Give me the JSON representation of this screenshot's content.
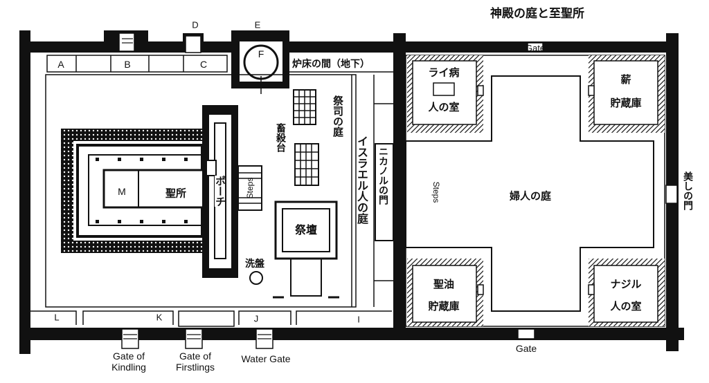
{
  "title": "神殿の庭と至聖所",
  "letters": {
    "a": "A",
    "b": "B",
    "c": "C",
    "d": "D",
    "e": "E",
    "f": "F",
    "i": "I",
    "j": "J",
    "k": "K",
    "l": "L",
    "m": "M"
  },
  "areas": {
    "chamber_of_hearth": "炉床の間（地下）",
    "altar_slaughter": "畜殺台",
    "priests_court": "祭司の庭",
    "israel_court": "イスラエル人の庭",
    "nicanor_gate": "ニカノルの門",
    "steps_upper": "Steps",
    "steps_lower": "Steps",
    "porch": "ポーチ",
    "holy_place": "聖所",
    "altar": "祭壇",
    "laver": "洗盤",
    "womens_court": "婦人の庭",
    "beautiful_gate": "美しの門"
  },
  "chambers": {
    "lepers": [
      "ライ病",
      "人の室"
    ],
    "wood": [
      "薪",
      "貯蔵庫"
    ],
    "oil": [
      "聖油",
      "貯蔵庫"
    ],
    "nazirite": [
      "ナジル",
      "人の室"
    ]
  },
  "gates": {
    "top_gate": "Gate",
    "bottom_gate": "Gate",
    "kindling": [
      "Gate of",
      "Kindling"
    ],
    "firstlings": [
      "Gate of",
      "Firstlings"
    ],
    "water": "Water Gate"
  }
}
